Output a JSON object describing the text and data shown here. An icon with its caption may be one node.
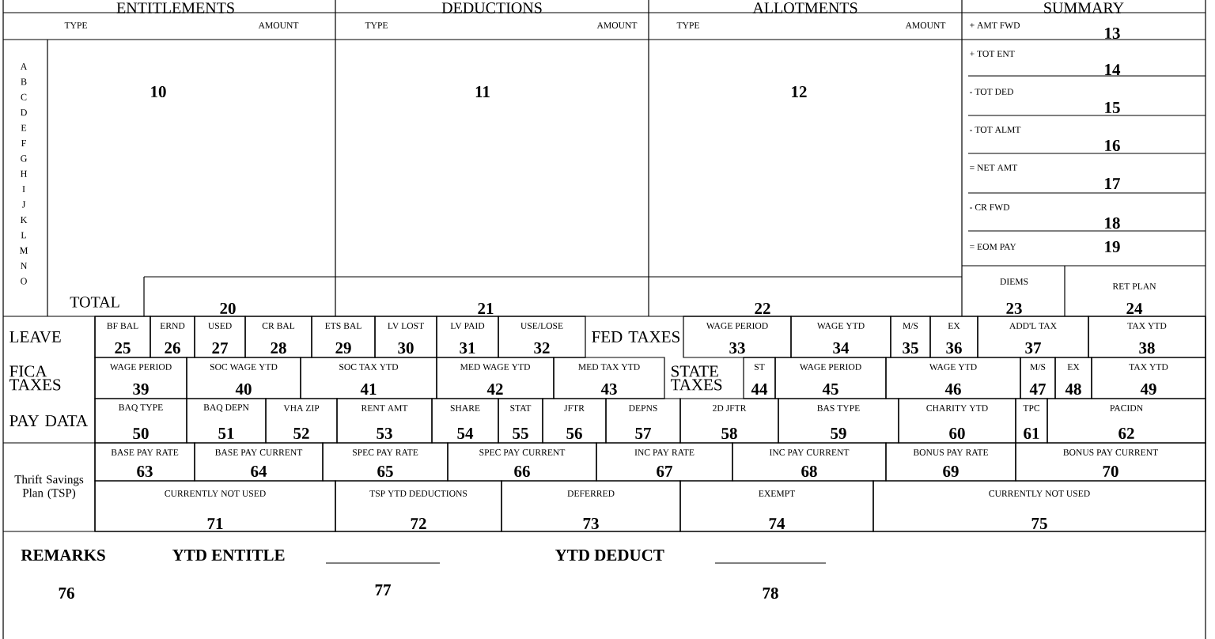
{
  "diagram": {
    "labels": [
      "ENTITLEMENTS",
      "DEDUCTIONS",
      "ALLOTMENTS",
      "SUMMARY",
      "TYPE",
      "AMOUNT",
      "TYPE",
      "AMOUNT",
      "TYPE",
      "AMOUNT",
      "+ AMT FWD",
      "13",
      "A",
      "B",
      "C",
      "D",
      "E",
      "F",
      "G",
      "H",
      "I",
      "J",
      "K",
      "L",
      "M",
      "N",
      "O",
      "10",
      "11",
      "12",
      "+ TOT ENT",
      "14",
      "- TOT DED",
      "15",
      "- TOT ALMT",
      "16",
      "= NET AMT",
      "17",
      "- CR FWD",
      "18",
      "= EOM PAY",
      "19",
      "DIEMS",
      "RET PLAN",
      "TOTAL",
      "20",
      "21",
      "22",
      "23",
      "24",
      "LEAVE",
      "BF BAL",
      "25",
      "ERND",
      "26",
      "USED",
      "27",
      "CR BAL",
      "28",
      "ETS BAL",
      "29",
      "LV LOST",
      "30",
      "LV PAID",
      "31",
      "USE/LOSE",
      "32",
      "FED TAXES",
      "WAGE PERIOD",
      "33",
      "WAGE YTD",
      "34",
      "M/S",
      "35",
      "EX",
      "36",
      "ADD'L TAX",
      "37",
      "TAX YTD",
      "38",
      "FICA TAXES",
      "WAGE PERIOD",
      "39",
      "SOC WAGE YTD",
      "40",
      "SOC TAX YTD",
      "41",
      "MED WAGE YTD",
      "42",
      "MED TAX YTD",
      "43",
      "STATE TAXES",
      "ST",
      "44",
      "WAGE PERIOD",
      "45",
      "WAGE YTD",
      "46",
      "M/S",
      "47",
      "EX",
      "48",
      "TAX YTD",
      "49",
      "PAY DATA",
      "BAQ TYPE",
      "50",
      "BAQ DEPN",
      "51",
      "VHA ZIP",
      "52",
      "RENT AMT",
      "53",
      "SHARE",
      "54",
      "STAT",
      "55",
      "JFTR",
      "56",
      "DEPNS",
      "57",
      "2D JFTR",
      "58",
      "BAS TYPE",
      "59",
      "CHARITY YTD",
      "60",
      "TPC",
      "61",
      "PACIDN",
      "62",
      "Thrift Savings Plan (TSP)",
      "BASE PAY RATE",
      "63",
      "BASE PAY CURRENT",
      "64",
      "SPEC PAY RATE",
      "65",
      "SPEC PAY CURRENT",
      "66",
      "INC PAY RATE",
      "67",
      "INC PAY CURRENT",
      "68",
      "BONUS PAY RATE",
      "69",
      "BONUS PAY CURRENT",
      "70",
      "CURRENTLY NOT USED",
      "71",
      "TSP YTD DEDUCTIONS",
      "72",
      "DEFERRED",
      "73",
      "EXEMPT",
      "74",
      "CURRENTLY NOT USED",
      "75",
      "REMARKS",
      "YTD ENTITLE",
      "YTD DEDUCT",
      "76",
      "77",
      "78"
    ]
  }
}
